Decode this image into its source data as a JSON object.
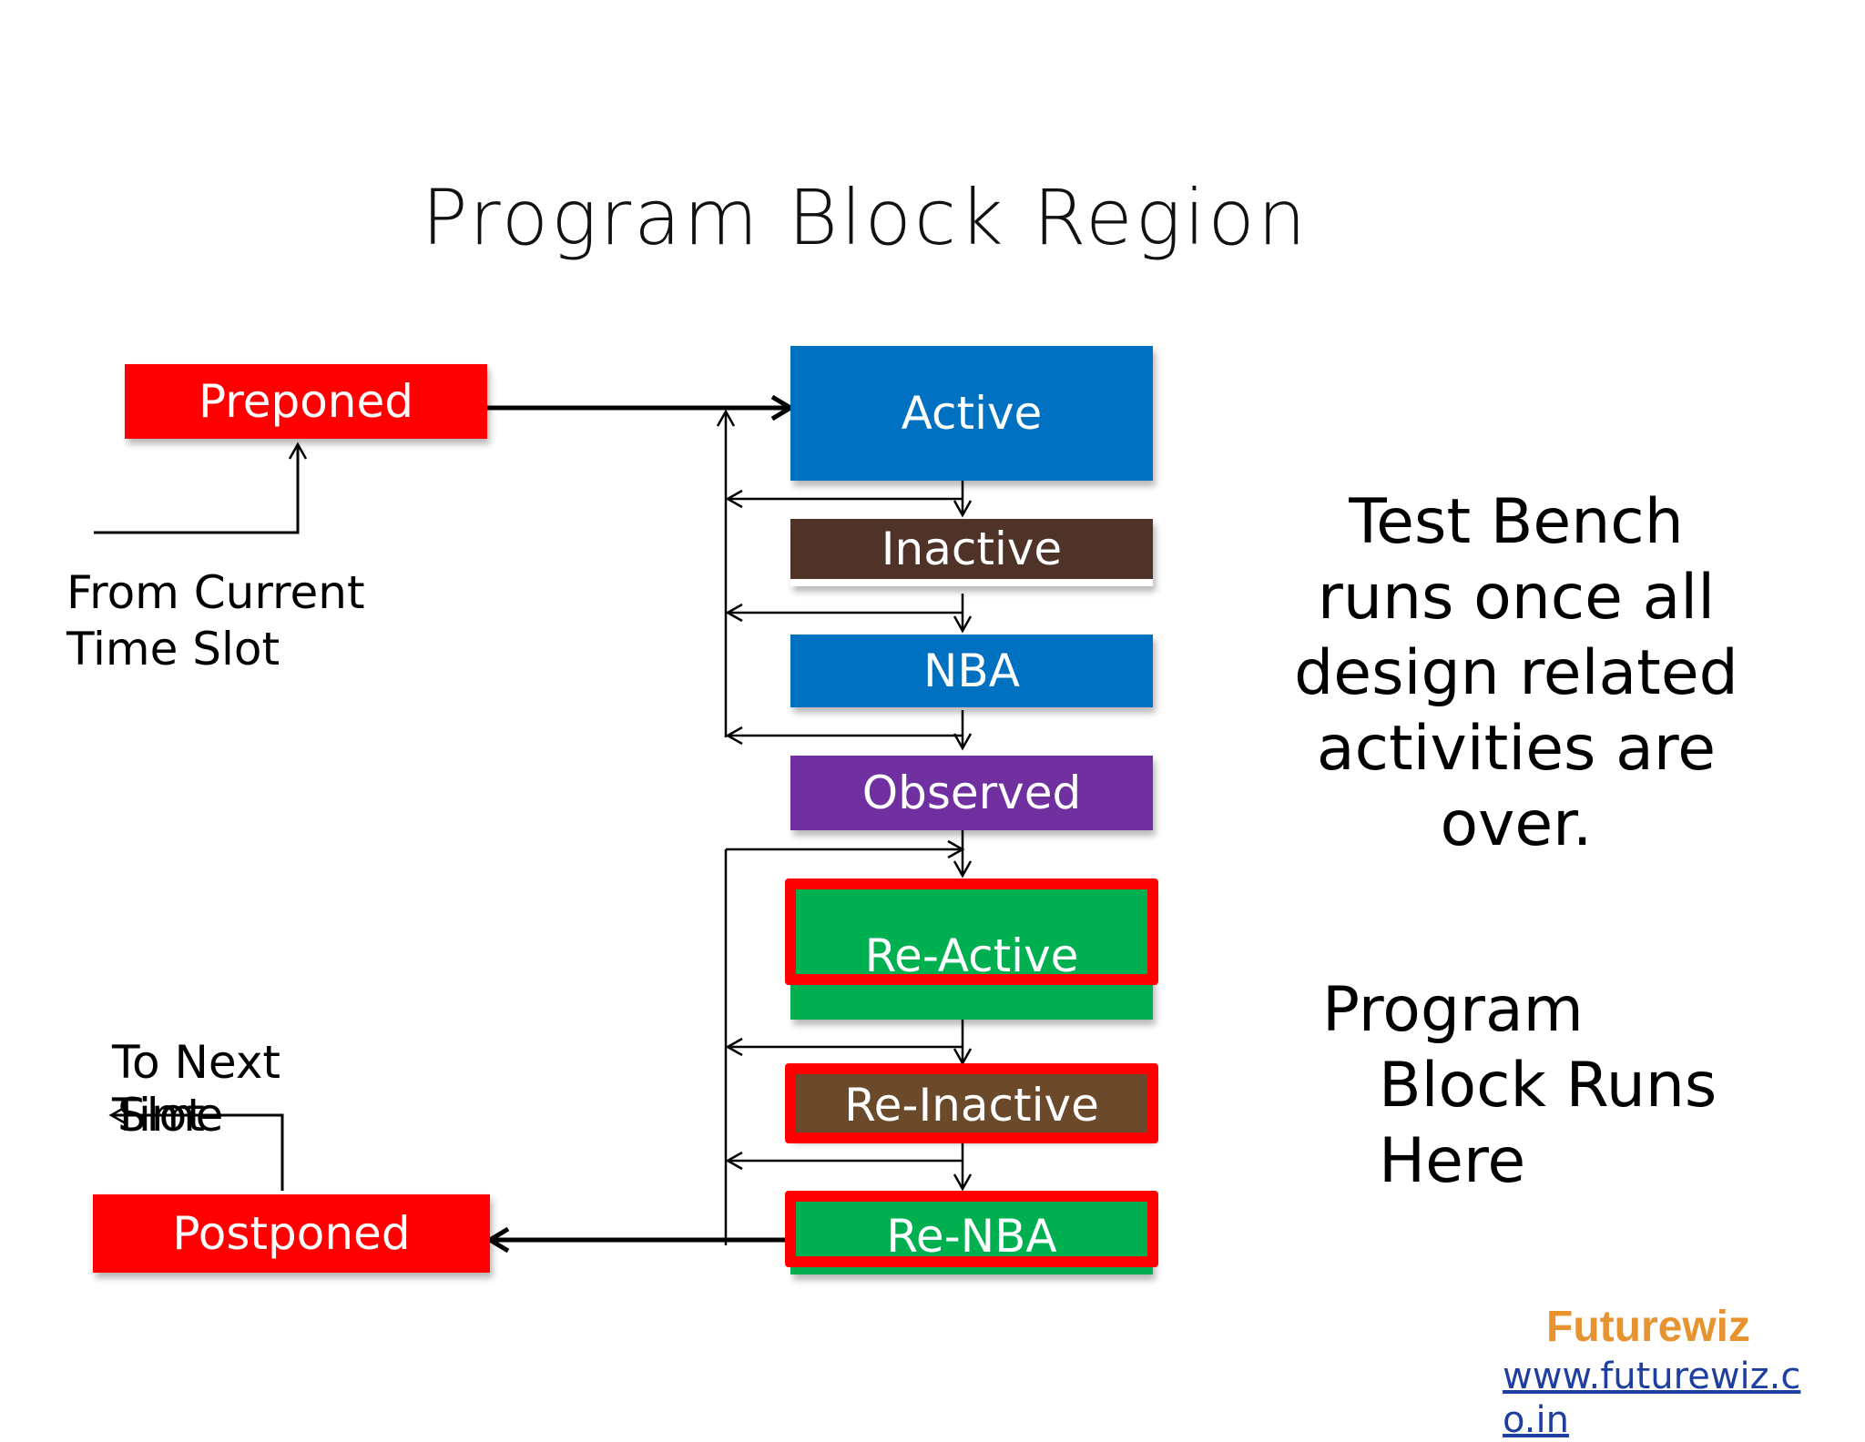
{
  "title": "Program Block Region",
  "regions": {
    "preponed": "Preponed",
    "active": "Active",
    "inactive": "Inactive",
    "nba": "NBA",
    "observed": "Observed",
    "reactive": "Re-Active",
    "reinactive": "Re-Inactive",
    "renba": "Re-NBA",
    "postponed": "Postponed"
  },
  "labels": {
    "from_line1": "From Current",
    "from_line2": "Time Slot",
    "to_line1": "To Next",
    "to_line2": "Time",
    "to_line3": "Slot"
  },
  "side_text": {
    "tb_line1": "Test Bench",
    "tb_line2": "runs once all",
    "tb_line3": "design related",
    "tb_line4": "activities are",
    "tb_line5": "over.",
    "pb_line1": "Program",
    "pb_line2": "Block Runs",
    "pb_line3": "Here"
  },
  "brand": {
    "name": "Futurewiz",
    "url": "www.futurewiz.co.in"
  },
  "colors": {
    "red": "#ff0000",
    "blue": "#0070c0",
    "brown": "#4f3228",
    "purple": "#7030a0",
    "green": "#00b050",
    "re_inactive_brown": "#6b4a2c",
    "brand_orange": "#e69330"
  }
}
